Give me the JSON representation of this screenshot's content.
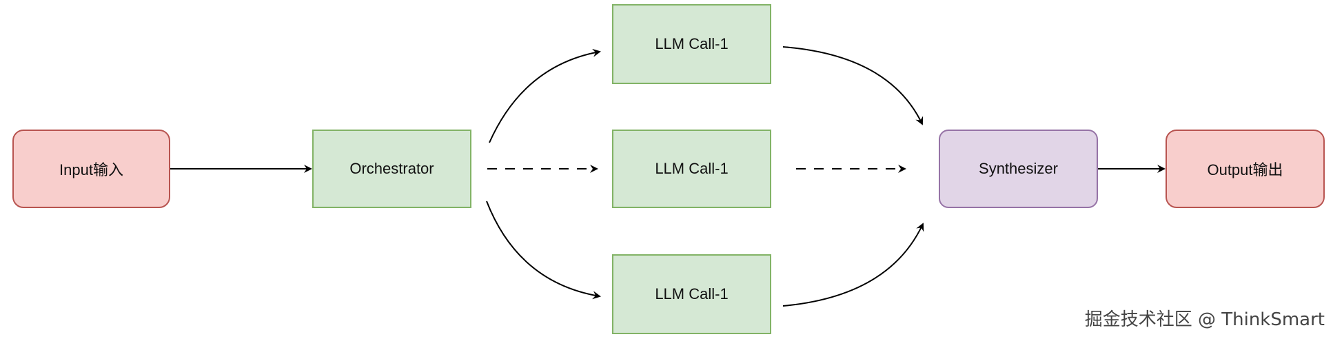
{
  "nodes": {
    "input": "Input输入",
    "orchestrator": "Orchestrator",
    "llm_call_top": "LLM Call-1",
    "llm_call_middle": "LLM Call-1",
    "llm_call_bottom": "LLM Call-1",
    "synthesizer": "Synthesizer",
    "output": "Output输出"
  },
  "watermark": "掘金技术社区 @ ThinkSmart",
  "colors": {
    "io_fill": "#f8cecc",
    "io_stroke": "#b85450",
    "step_fill": "#d5e8d4",
    "step_stroke": "#82b366",
    "synth_fill": "#e1d5e7",
    "synth_stroke": "#9673a6",
    "edge": "#000000"
  }
}
